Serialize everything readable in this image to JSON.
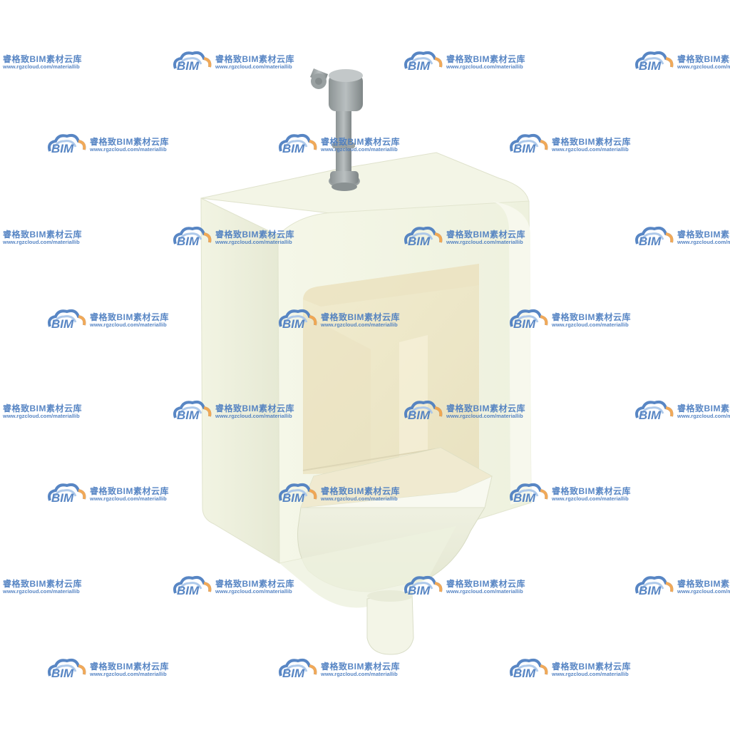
{
  "watermark": {
    "logo_text": "BIM",
    "title": "睿格致BIM素材云库",
    "url": "www.rgzcloud.com/materiallib",
    "colors": {
      "blue": "#4a7cc0",
      "orange": "#f0a24a",
      "light_blue": "#a9c6ea"
    }
  },
  "object": {
    "colors": {
      "porcelain": "#f4f6e6",
      "porcelain_shadow": "#d9ddc4",
      "cavity": "#efe8cc",
      "metal": "#a9afb0",
      "metal_dark": "#7d8485"
    }
  }
}
